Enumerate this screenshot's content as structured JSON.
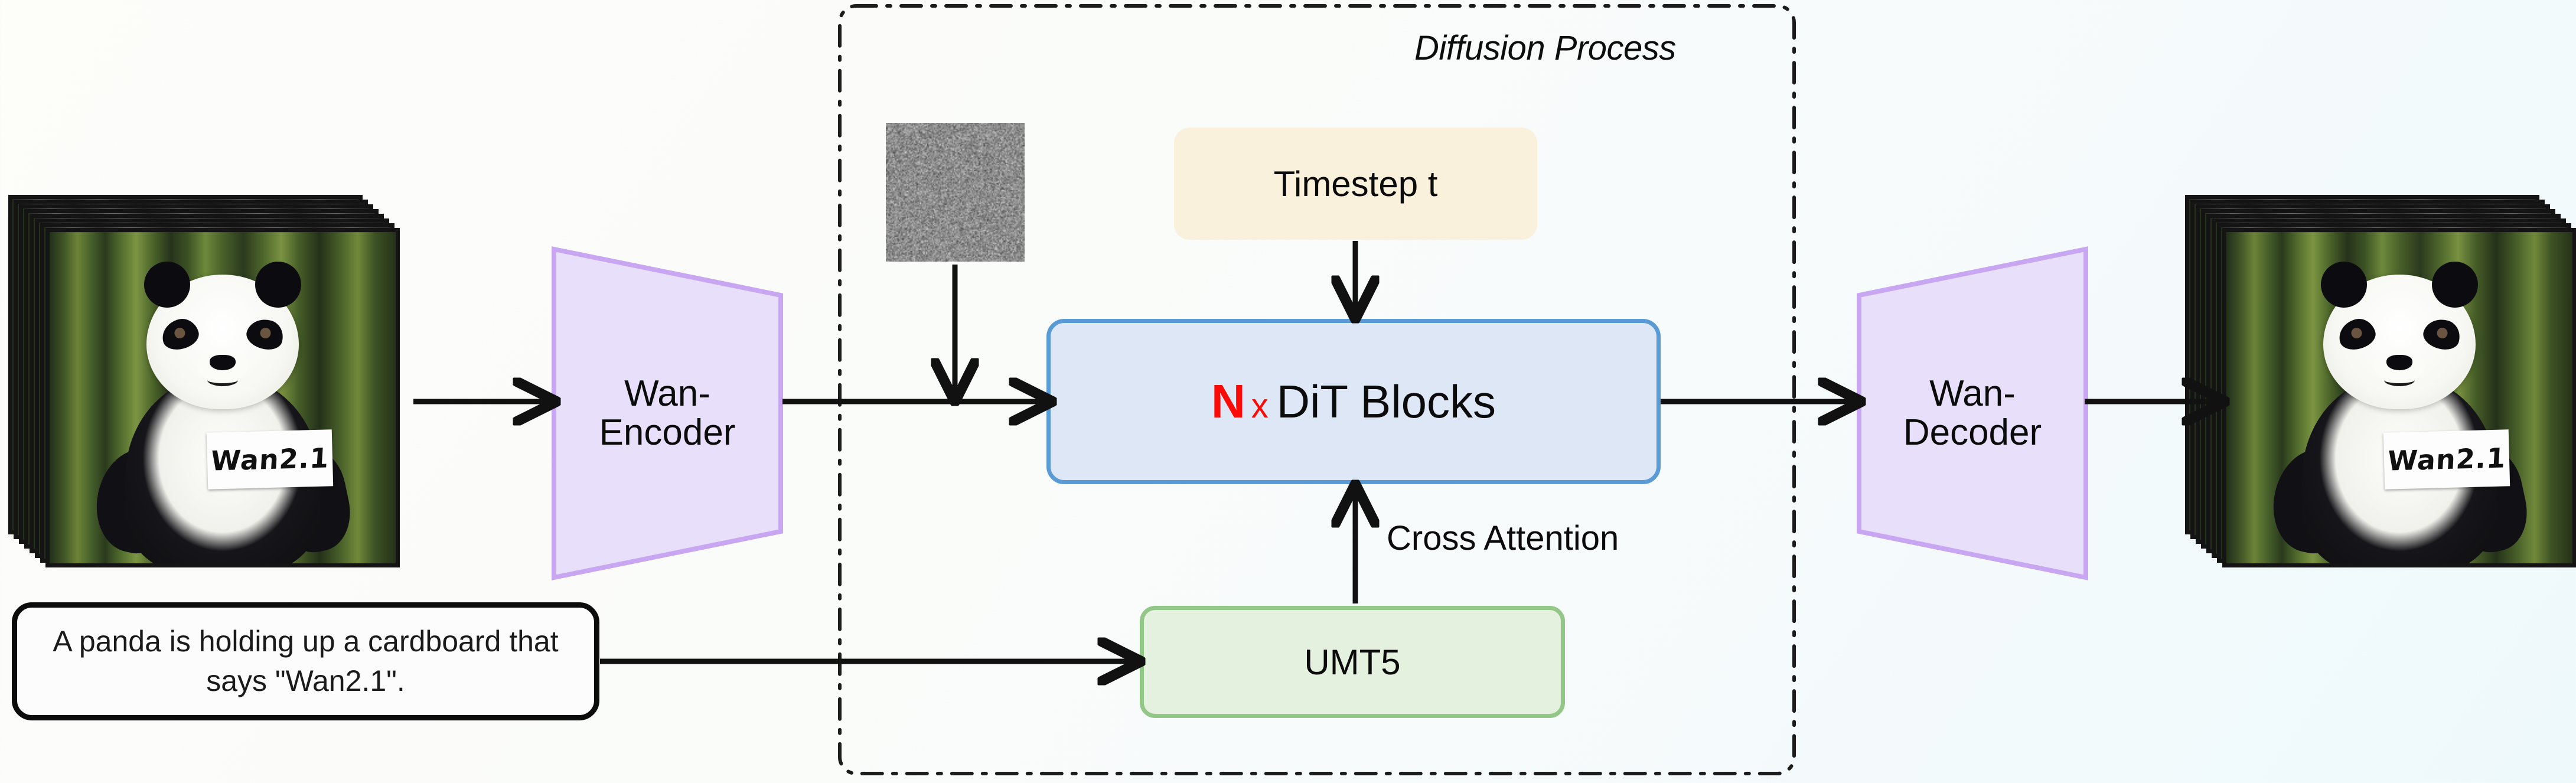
{
  "diagram": {
    "title": "Wan2.1 video diffusion pipeline",
    "background_gradient": [
      "#fdfdfa",
      "#eef9fc"
    ]
  },
  "diffusion_group": {
    "label": "Diffusion Process",
    "border_style": "dash-dot",
    "border_color": "#1c1c1c"
  },
  "input": {
    "video_stack_name": "input-video-frames",
    "frame_count": 8,
    "sign_text": "Wan2.1",
    "prompt_text": "A panda is holding up a cardboard that says \"Wan2.1\"."
  },
  "output": {
    "video_stack_name": "output-video-frames",
    "frame_count": 8,
    "sign_text": "Wan2.1"
  },
  "blocks": {
    "encoder": {
      "line1": "Wan-",
      "line2": "Encoder",
      "fill": "#e8e0fa",
      "stroke": "#c9a6f2"
    },
    "decoder": {
      "line1": "Wan-",
      "line2": "Decoder",
      "fill": "#e8e0fa",
      "stroke": "#c9a6f2"
    },
    "timestep": {
      "label": "Timestep t",
      "fill": "#faf1dc"
    },
    "dit": {
      "count_symbol": "N",
      "multiply_symbol": "x",
      "label": "DiT Blocks",
      "fill": "#dde7f6",
      "stroke": "#5b9bd5",
      "accent": "#fb0b07"
    },
    "text_encoder": {
      "label": "UMT5",
      "fill": "#e5f1df",
      "stroke": "#93c788"
    },
    "noise": {
      "label": "gaussian-noise-latent",
      "fill": "#8b8b8b"
    }
  },
  "edges": {
    "cross_attention_label": "Cross Attention"
  }
}
